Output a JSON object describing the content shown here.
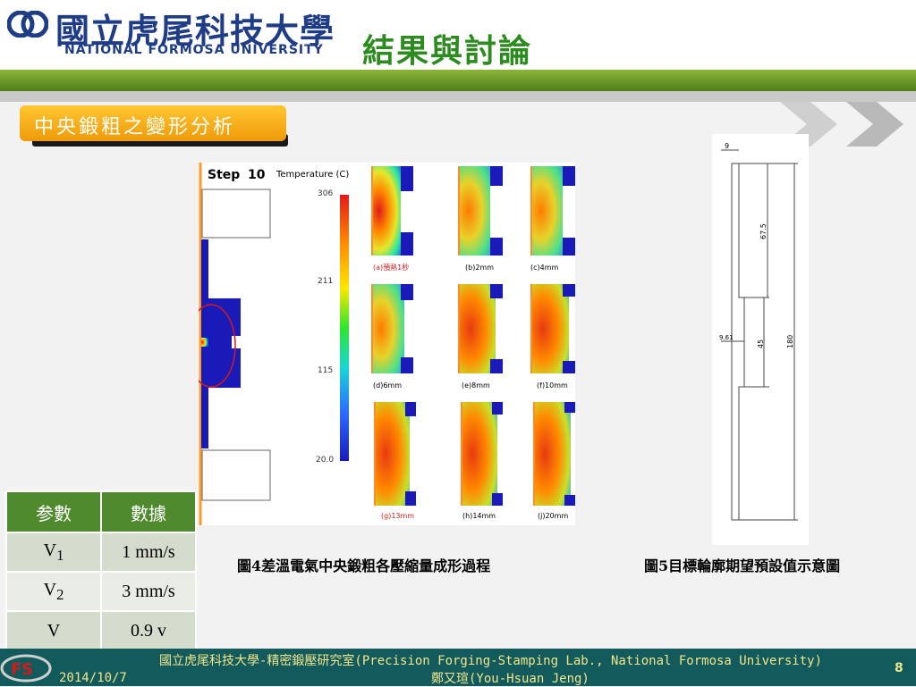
{
  "header": {
    "university_cn": "國立虎尾科技大學",
    "university_en": "NATIONAL FORMOSA UNIVERSITY",
    "slide_title": "結果與討論"
  },
  "section": {
    "label": "中央鍛粗之變形分析"
  },
  "figure4": {
    "step_label": "Step",
    "step_value": "10",
    "legend_title": "Temperature (C)",
    "ticks": [
      "306",
      "211",
      "115",
      "20.0"
    ],
    "panel_labels": [
      "(a)預熱1秒",
      "(b)2mm",
      "(c)4mm",
      "(d)6mm",
      "(e)8mm",
      "(f)10mm",
      "(g)13mm",
      "(h)14mm",
      "(j)20mm"
    ],
    "caption": "圖4差溫電氣中央鍛粗各壓縮量成形過程"
  },
  "figure5": {
    "dims": [
      "9",
      "67.5",
      "9.61",
      "45",
      "180"
    ],
    "caption": "圖5目標輪廓期望預設值示意圖"
  },
  "table": {
    "headers": [
      "参數",
      "數據"
    ],
    "rows": [
      {
        "name": "V",
        "sub": "1",
        "value": "1 mm/s"
      },
      {
        "name": "V",
        "sub": "2",
        "value": "3 mm/s"
      },
      {
        "name": "V",
        "sub": "",
        "value": "0.9 v"
      }
    ]
  },
  "footer": {
    "line1": "國立虎尾科技大學-精密鍛壓研究室(Precision Forging-Stamping Lab., National Formosa University)",
    "line2": "鄭又瑄(You-Hsuan Jeng)",
    "date": "2014/10/7",
    "page": "8",
    "lab_logo": "FS"
  },
  "colors": {
    "title_green": "#2e8b1f",
    "band_green": "#6a9a2a",
    "tag_orange": "#f5a81c",
    "footer_teal": "#135a5c",
    "table_header": "#4f8a2e"
  },
  "icons": [
    "university-logo-icon",
    "chevron-right-icon",
    "fs-lab-logo-icon"
  ]
}
